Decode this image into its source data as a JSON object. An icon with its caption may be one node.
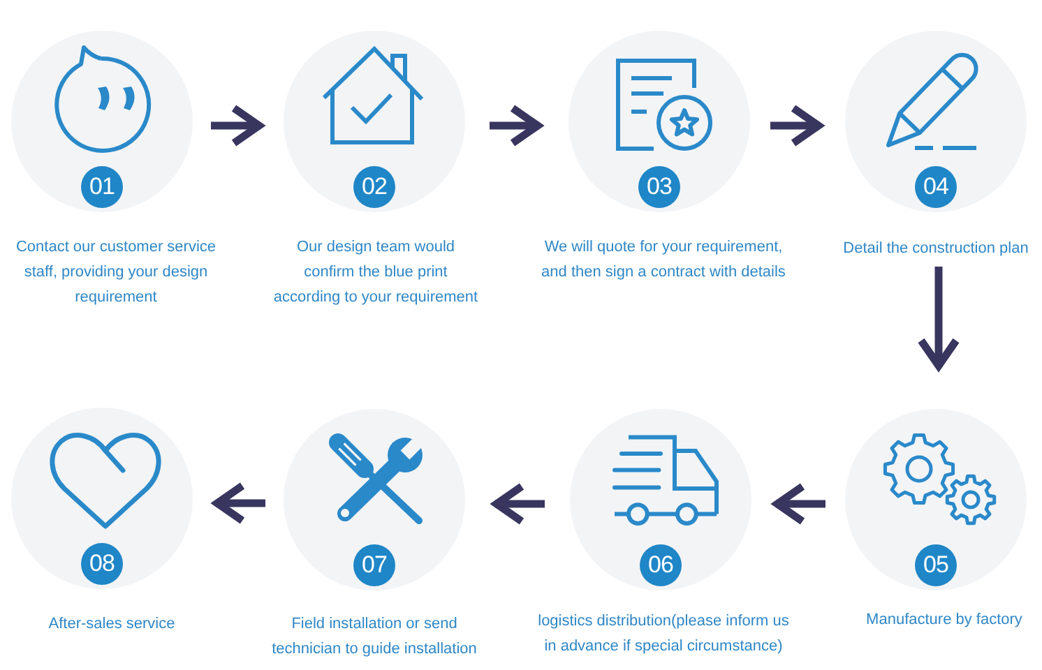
{
  "diagram": {
    "nodes": [
      {
        "text": [
          "01"
        ],
        "beside": [
          "Contact our customer service staff, providing your design requirement"
        ]
      },
      {
        "text": [
          "02"
        ],
        "beside": [
          "Our design team would confirm the blue print according to your requirement"
        ]
      },
      {
        "text": [
          "03"
        ],
        "beside": [
          "We will quote for your requirement, and then sign a contract with details"
        ]
      },
      {
        "text": [
          "04"
        ],
        "beside": [
          "Detail the construction plan"
        ]
      },
      {
        "text": [
          "05"
        ],
        "beside": [
          "Manufacture by factory"
        ]
      },
      {
        "text": [
          "06"
        ],
        "beside": [
          "logistics distribution(please inform us in advance if special circumstance)"
        ]
      },
      {
        "text": [
          "07"
        ],
        "beside": [
          "Field installation or send technician to guide installation"
        ]
      },
      {
        "text": [
          "08"
        ],
        "beside": [
          "After-sales service"
        ]
      }
    ],
    "edges": [
      {
        "from": 0,
        "to": 1,
        "arrow": "to"
      },
      {
        "from": 1,
        "to": 2,
        "arrow": "to"
      },
      {
        "from": 2,
        "to": 3,
        "arrow": "to"
      },
      {
        "from": 3,
        "to": 4,
        "arrow": "to"
      },
      {
        "from": 4,
        "to": 5,
        "arrow": "to"
      },
      {
        "from": 5,
        "to": 6,
        "arrow": "to"
      },
      {
        "from": 6,
        "to": 7,
        "arrow": "to"
      }
    ]
  }
}
